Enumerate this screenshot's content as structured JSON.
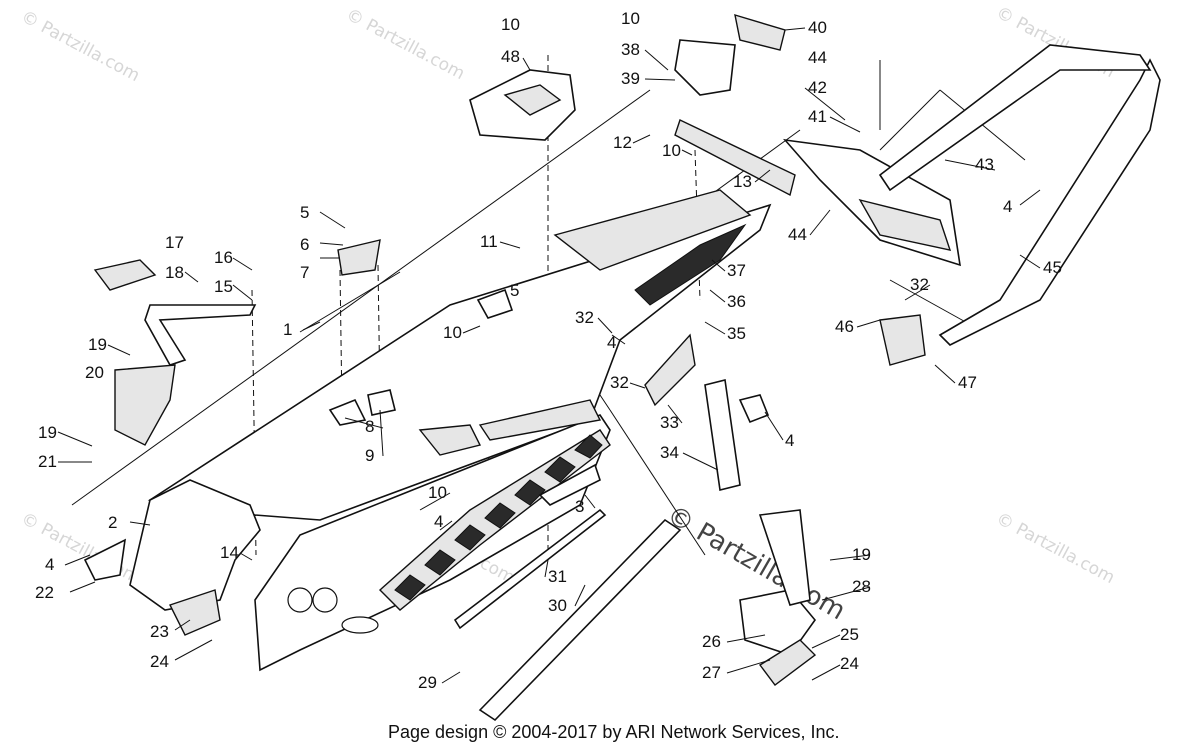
{
  "footer": "Page design © 2004-2017 by ARI Network Services, Inc.",
  "watermarks": {
    "small": "© Partzilla.com",
    "center": "© Partzilla.com"
  },
  "callouts": [
    {
      "id": "c1",
      "label": "1"
    },
    {
      "id": "c2",
      "label": "2"
    },
    {
      "id": "c3",
      "label": "3"
    },
    {
      "id": "c4a",
      "label": "4"
    },
    {
      "id": "c4b",
      "label": "4"
    },
    {
      "id": "c4c",
      "label": "4"
    },
    {
      "id": "c4d",
      "label": "4"
    },
    {
      "id": "c4e",
      "label": "4"
    },
    {
      "id": "c5a",
      "label": "5"
    },
    {
      "id": "c5b",
      "label": "5"
    },
    {
      "id": "c6",
      "label": "6"
    },
    {
      "id": "c7",
      "label": "7"
    },
    {
      "id": "c8",
      "label": "8"
    },
    {
      "id": "c9",
      "label": "9"
    },
    {
      "id": "c10a",
      "label": "10"
    },
    {
      "id": "c10b",
      "label": "10"
    },
    {
      "id": "c10c",
      "label": "10"
    },
    {
      "id": "c10d",
      "label": "10"
    },
    {
      "id": "c10e",
      "label": "10"
    },
    {
      "id": "c11",
      "label": "11"
    },
    {
      "id": "c12",
      "label": "12"
    },
    {
      "id": "c13",
      "label": "13"
    },
    {
      "id": "c14",
      "label": "14"
    },
    {
      "id": "c15",
      "label": "15"
    },
    {
      "id": "c16",
      "label": "16"
    },
    {
      "id": "c17",
      "label": "17"
    },
    {
      "id": "c18",
      "label": "18"
    },
    {
      "id": "c19a",
      "label": "19"
    },
    {
      "id": "c19b",
      "label": "19"
    },
    {
      "id": "c19c",
      "label": "19"
    },
    {
      "id": "c20",
      "label": "20"
    },
    {
      "id": "c21",
      "label": "21"
    },
    {
      "id": "c22",
      "label": "22"
    },
    {
      "id": "c23",
      "label": "23"
    },
    {
      "id": "c24a",
      "label": "24"
    },
    {
      "id": "c24b",
      "label": "24"
    },
    {
      "id": "c25",
      "label": "25"
    },
    {
      "id": "c26",
      "label": "26"
    },
    {
      "id": "c27",
      "label": "27"
    },
    {
      "id": "c28",
      "label": "28"
    },
    {
      "id": "c29",
      "label": "29"
    },
    {
      "id": "c30",
      "label": "30"
    },
    {
      "id": "c31",
      "label": "31"
    },
    {
      "id": "c32a",
      "label": "32"
    },
    {
      "id": "c32b",
      "label": "32"
    },
    {
      "id": "c32c",
      "label": "32"
    },
    {
      "id": "c33",
      "label": "33"
    },
    {
      "id": "c34",
      "label": "34"
    },
    {
      "id": "c35",
      "label": "35"
    },
    {
      "id": "c36",
      "label": "36"
    },
    {
      "id": "c37",
      "label": "37"
    },
    {
      "id": "c38",
      "label": "38"
    },
    {
      "id": "c39",
      "label": "39"
    },
    {
      "id": "c40",
      "label": "40"
    },
    {
      "id": "c41",
      "label": "41"
    },
    {
      "id": "c42",
      "label": "42"
    },
    {
      "id": "c43",
      "label": "43"
    },
    {
      "id": "c44a",
      "label": "44"
    },
    {
      "id": "c44b",
      "label": "44"
    },
    {
      "id": "c45",
      "label": "45"
    },
    {
      "id": "c46",
      "label": "46"
    },
    {
      "id": "c47",
      "label": "47"
    },
    {
      "id": "c48",
      "label": "48"
    }
  ]
}
